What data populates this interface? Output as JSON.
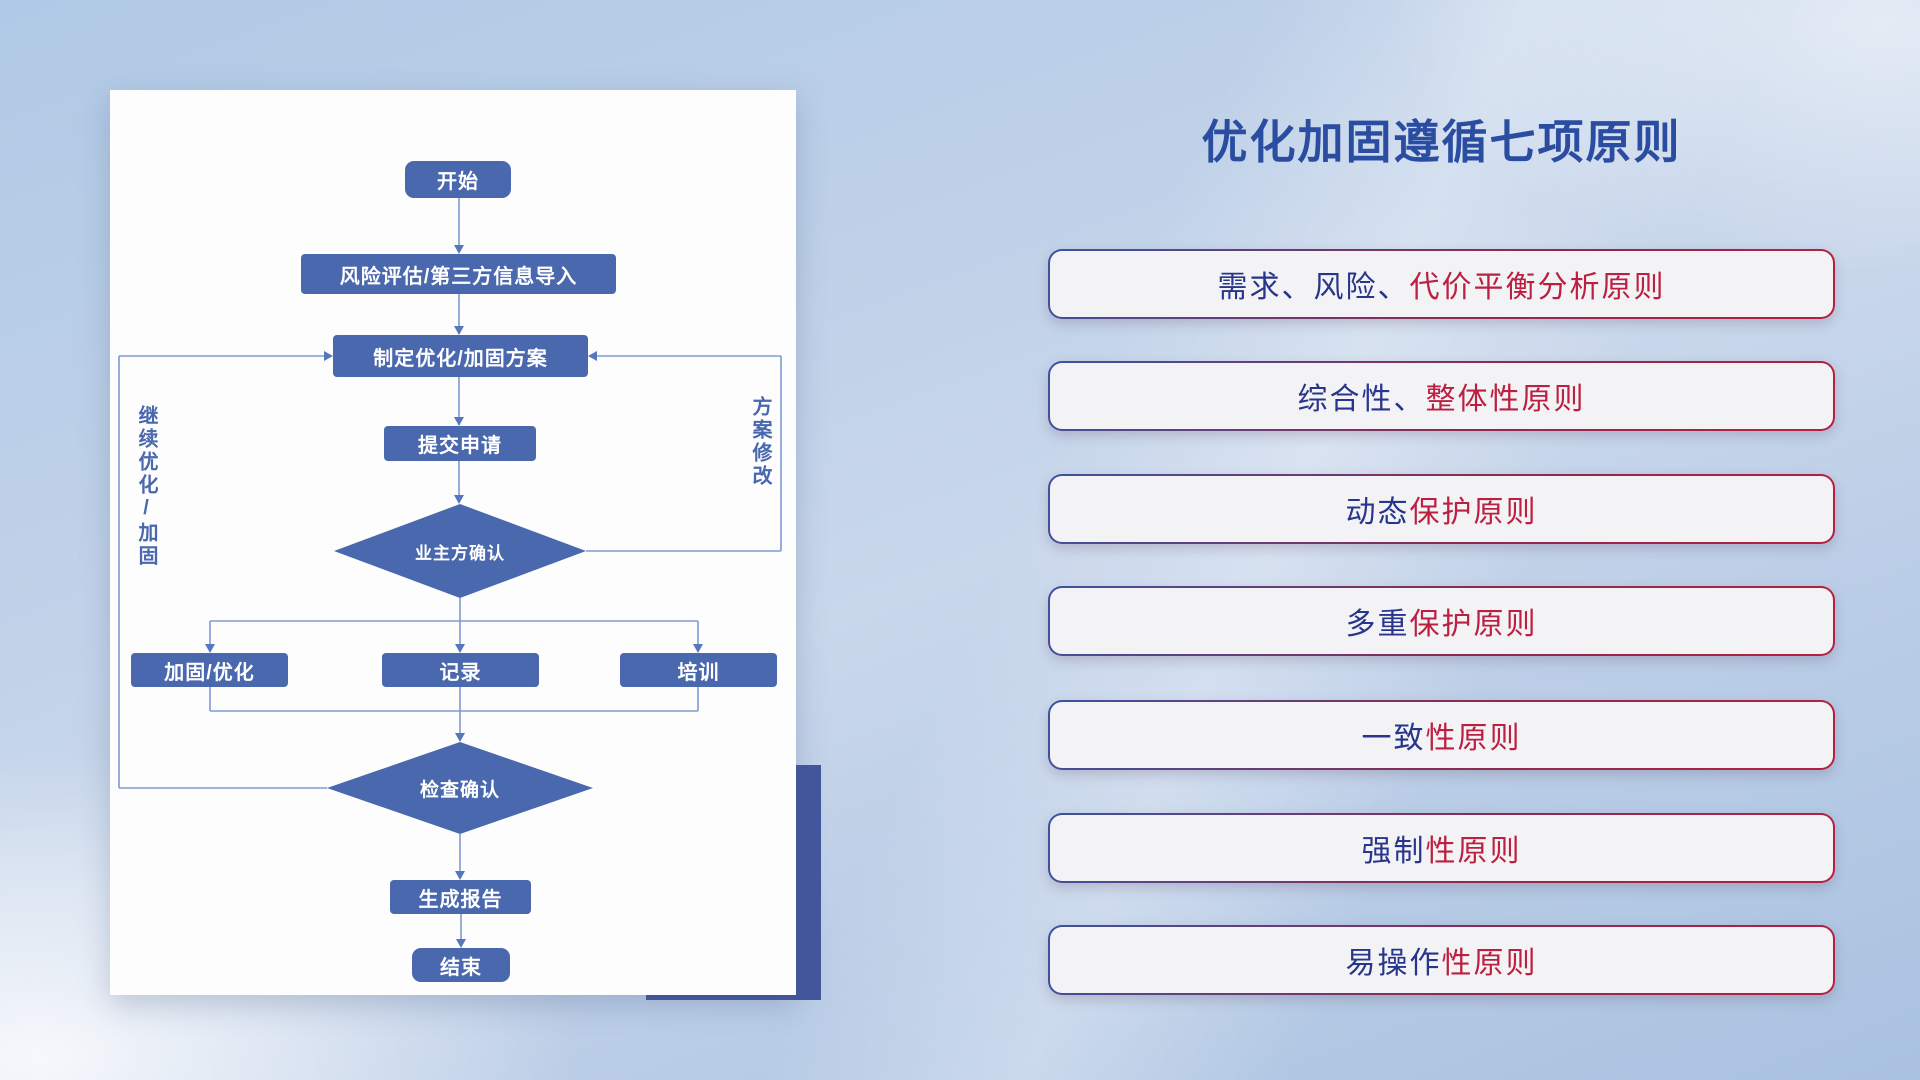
{
  "title": "优化加固遵循七项原则",
  "flowchart": {
    "nodes": {
      "start": "开始",
      "risk_import": "风险评估/第三方信息导入",
      "make_plan": "制定优化/加固方案",
      "submit": "提交申请",
      "owner_confirm": "业主方确认",
      "harden": "加固/优化",
      "record": "记录",
      "training": "培训",
      "check_confirm": "检查确认",
      "report": "生成报告",
      "end": "结束"
    },
    "edge_labels": {
      "continue_loop": "继续优化/加固",
      "plan_revision": "方案修改"
    }
  },
  "principles": [
    {
      "lead": "需求、风险、",
      "tail": "代价平衡分析原则"
    },
    {
      "lead": "综合性、",
      "tail": "整体性原则"
    },
    {
      "lead": "动态",
      "tail": "保护原则"
    },
    {
      "lead": "多重",
      "tail": "保护原则"
    },
    {
      "lead": "一致",
      "tail": "性原则"
    },
    {
      "lead": "强制",
      "tail": "性原则"
    },
    {
      "lead": "易操作",
      "tail": "性原则"
    }
  ],
  "colors": {
    "title_blue": "#2b4da1",
    "principle_lead": "#27358c",
    "principle_tail": "#bb1f41",
    "node_blue": "#4a68ad",
    "connector_blue": "#7e9bd1",
    "arrow_blue": "#5577bd",
    "accent_navy": "#44579e",
    "border_gradient_start": "#3b53a0",
    "border_gradient_end": "#b71f41"
  }
}
